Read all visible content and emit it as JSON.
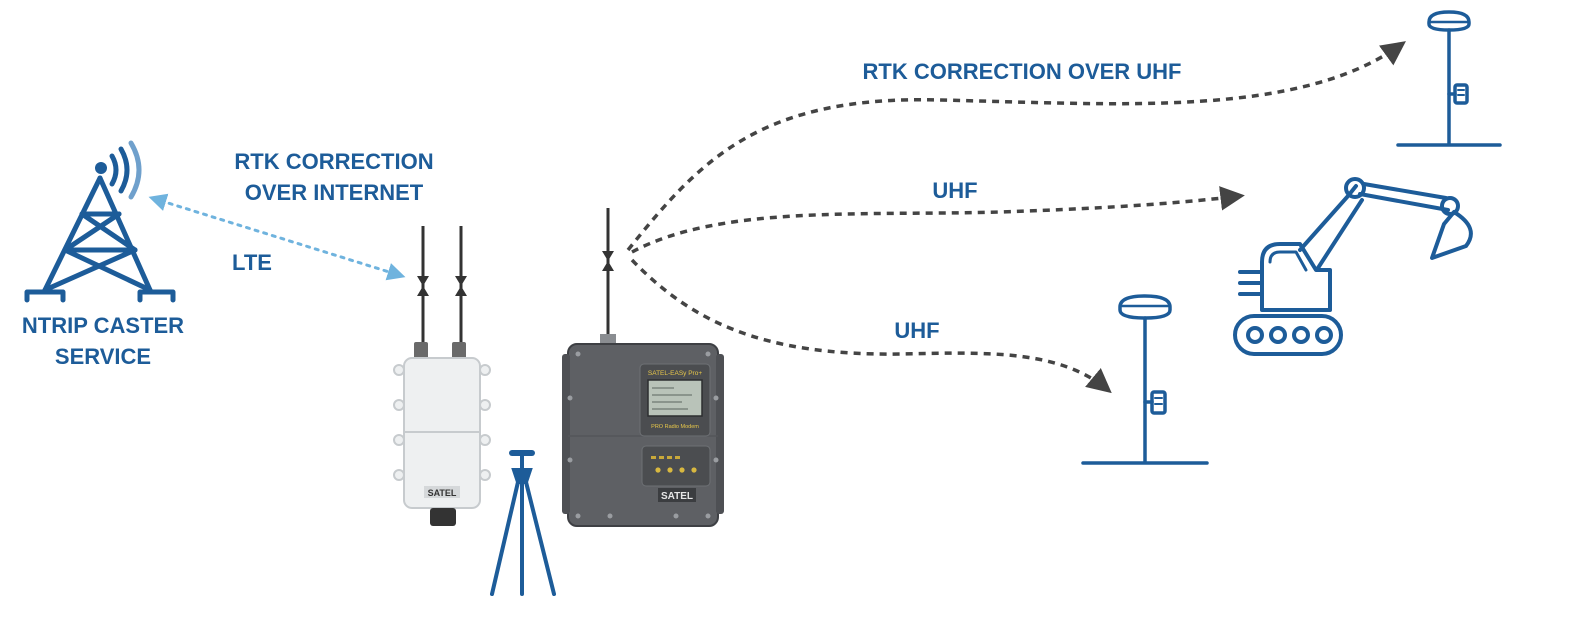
{
  "colors": {
    "brand_blue": "#1d5c99",
    "lte_link": "#6fb3de",
    "uhf_link": "#444444",
    "radio_body": "#5e6064",
    "modem_body": "#eef0f1",
    "lcd": "#b9c3b9"
  },
  "labels": {
    "ntrip_line1": "NTRIP CASTER",
    "ntrip_line2": "SERVICE",
    "internet_line1": "RTK CORRECTION",
    "internet_line2": "OVER INTERNET",
    "lte": "LTE",
    "uhf_top": "RTK CORRECTION OVER UHF",
    "uhf_mid": "UHF",
    "uhf_low": "UHF"
  },
  "devices": {
    "modem_brand": "SATEL",
    "radio_brand": "SATEL",
    "radio_screen_title": "SATEL-EASy Pro+",
    "radio_screen_caption": "PRO Radio Modem"
  },
  "icons": {
    "tower": "radio-tower-icon",
    "tripod": "tripod-icon",
    "rover": "gnss-rover-pole-icon",
    "excavator": "excavator-icon",
    "antenna": "antenna-icon"
  }
}
